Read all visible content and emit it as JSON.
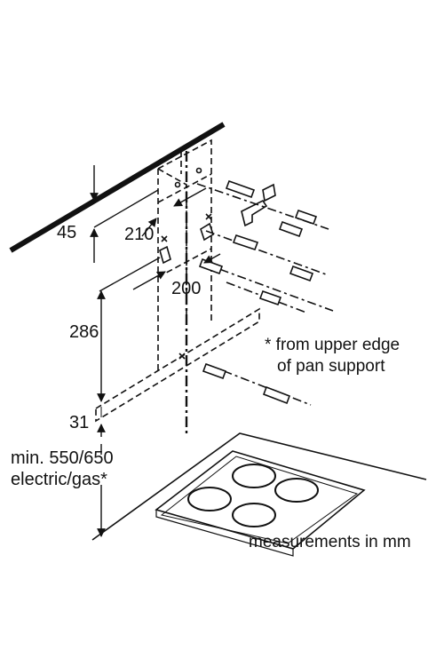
{
  "dimensions": {
    "d45": "45",
    "d210": "210",
    "d200": "200",
    "d286": "286",
    "d31": "31"
  },
  "labels": {
    "min_line1": "min. 550/650",
    "min_line2": "electric/gas*",
    "footnote_line1": "* from upper edge",
    "footnote_line2": "of pan support",
    "units_note": "measurements in mm"
  },
  "colors": {
    "ink": "#111111",
    "background": "#ffffff"
  }
}
